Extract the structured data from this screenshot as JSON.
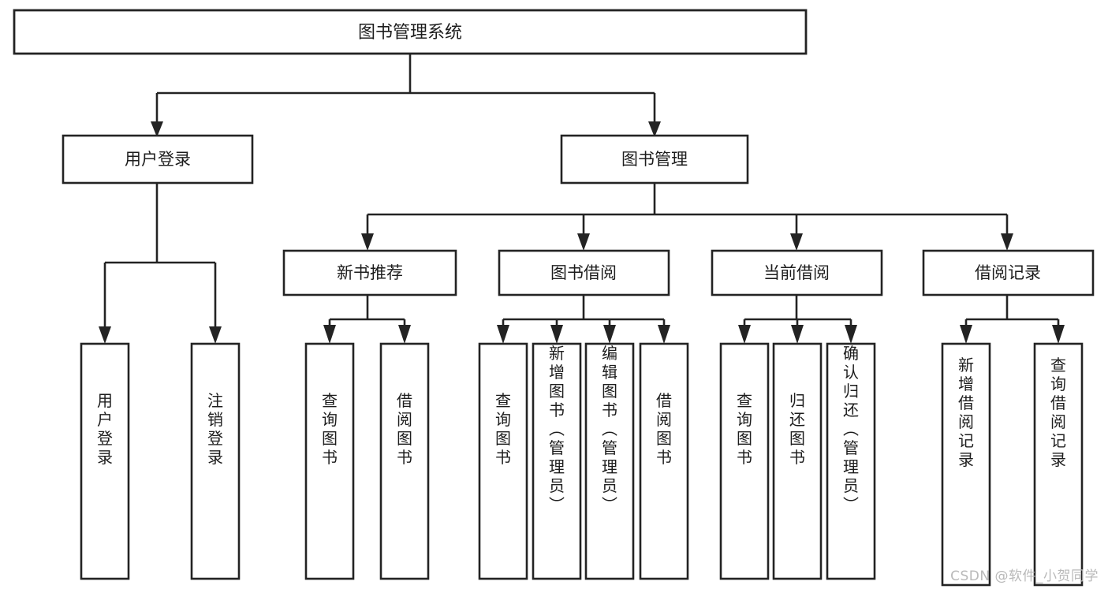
{
  "diagram": {
    "type": "tree",
    "title": "图书管理系统",
    "watermark": "CSDN @软件_小贺同学",
    "colors": {
      "stroke": "#232323",
      "fill": "#ffffff",
      "text": "#1d1d1d",
      "watermark": "#b9b9b9"
    },
    "root": {
      "id": "root",
      "label": "图书管理系统"
    },
    "level2": [
      {
        "id": "user-login",
        "label": "用户登录"
      },
      {
        "id": "book-manage",
        "label": "图书管理"
      }
    ],
    "level3": [
      {
        "id": "new-book-recommend",
        "label": "新书推荐",
        "parent": "book-manage"
      },
      {
        "id": "book-borrow",
        "label": "图书借阅",
        "parent": "book-manage"
      },
      {
        "id": "current-borrow",
        "label": "当前借阅",
        "parent": "book-manage"
      },
      {
        "id": "borrow-record",
        "label": "借阅记录",
        "parent": "book-manage"
      }
    ],
    "leaves": {
      "user-login": [
        {
          "id": "leaf-user-login",
          "label": "用户登录"
        },
        {
          "id": "leaf-logout-login",
          "label": "注销登录"
        }
      ],
      "new-book-recommend": [
        {
          "id": "leaf-query-book-1",
          "label": "查询图书"
        },
        {
          "id": "leaf-borrow-book-1",
          "label": "借阅图书"
        }
      ],
      "book-borrow": [
        {
          "id": "leaf-query-book-2",
          "label": "查询图书"
        },
        {
          "id": "leaf-add-book",
          "label": "新增图书（管理员）"
        },
        {
          "id": "leaf-edit-book",
          "label": "编辑图书（管理员）"
        },
        {
          "id": "leaf-borrow-book-2",
          "label": "借阅图书"
        }
      ],
      "current-borrow": [
        {
          "id": "leaf-query-book-3",
          "label": "查询图书"
        },
        {
          "id": "leaf-return-book",
          "label": "归还图书"
        },
        {
          "id": "leaf-confirm-return",
          "label": "确认归还（管理员）"
        }
      ],
      "borrow-record": [
        {
          "id": "leaf-add-record",
          "label": "新增借阅记录"
        },
        {
          "id": "leaf-query-record",
          "label": "查询借阅记录"
        }
      ]
    }
  }
}
